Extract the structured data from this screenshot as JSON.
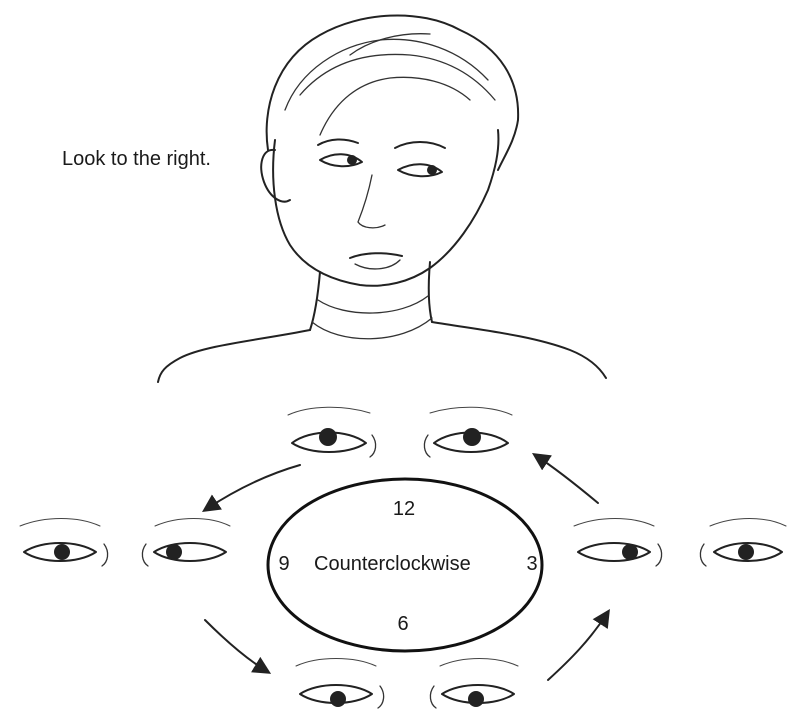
{
  "instruction": "Look to the right.",
  "clock": {
    "top": "12",
    "left": "9",
    "right": "3",
    "bottom": "6",
    "direction": "Counterclockwise"
  },
  "icons": {
    "face": "person-looking-right-illustration",
    "eyes": "eye-position-icons",
    "arrows": "counterclockwise-arrows"
  }
}
